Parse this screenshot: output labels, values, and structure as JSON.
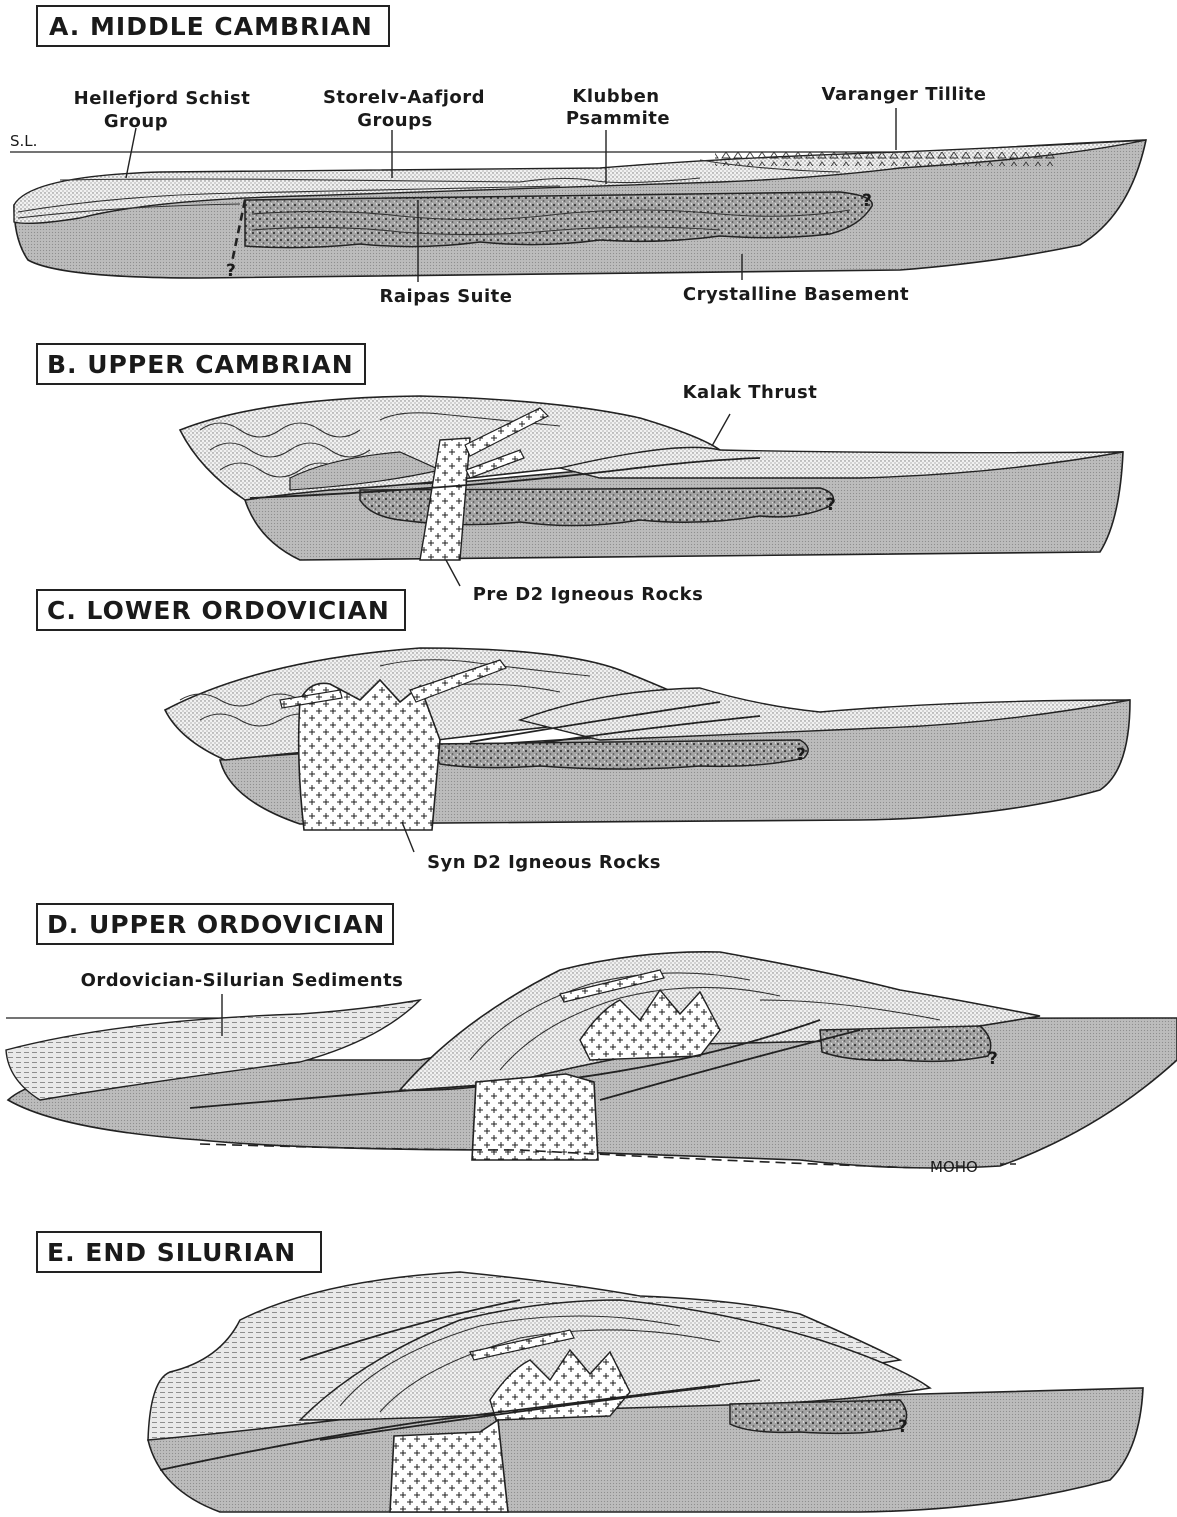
{
  "panels": {
    "a": {
      "title": "A. MIDDLE CAMBRIAN",
      "labels": {
        "hellefjord_line1": "Hellefjord Schist",
        "hellefjord_line2": "Group",
        "storelv_line1": "Storelv-Aafjord",
        "storelv_line2": "Groups",
        "klubben_line1": "Klubben",
        "klubben_line2": "Psammite",
        "varanger": "Varanger Tillite",
        "sea_level": "S.L.",
        "raipas": "Raipas Suite",
        "basement": "Crystalline Basement",
        "query": "?"
      }
    },
    "b": {
      "title": "B. UPPER CAMBRIAN",
      "labels": {
        "kalak": "Kalak Thrust",
        "pre_d2": "Pre D2 Igneous Rocks",
        "query": "?"
      }
    },
    "c": {
      "title": "C. LOWER ORDOVICIAN",
      "labels": {
        "syn_d2": "Syn D2 Igneous Rocks",
        "query": "?"
      }
    },
    "d": {
      "title": "D. UPPER ORDOVICIAN",
      "labels": {
        "ord_sil": "Ordovician-Silurian Sediments",
        "moho": "MOHO",
        "query": "?"
      }
    },
    "e": {
      "title": "E. END SILURIAN",
      "labels": {
        "query": "?"
      }
    }
  },
  "colors": {
    "basement": "#bdbdbd",
    "raipas": "#9a9a9a",
    "sediment": "#e4e4e4",
    "schist": "#d6d6d6",
    "ink": "#1a1a1a"
  }
}
